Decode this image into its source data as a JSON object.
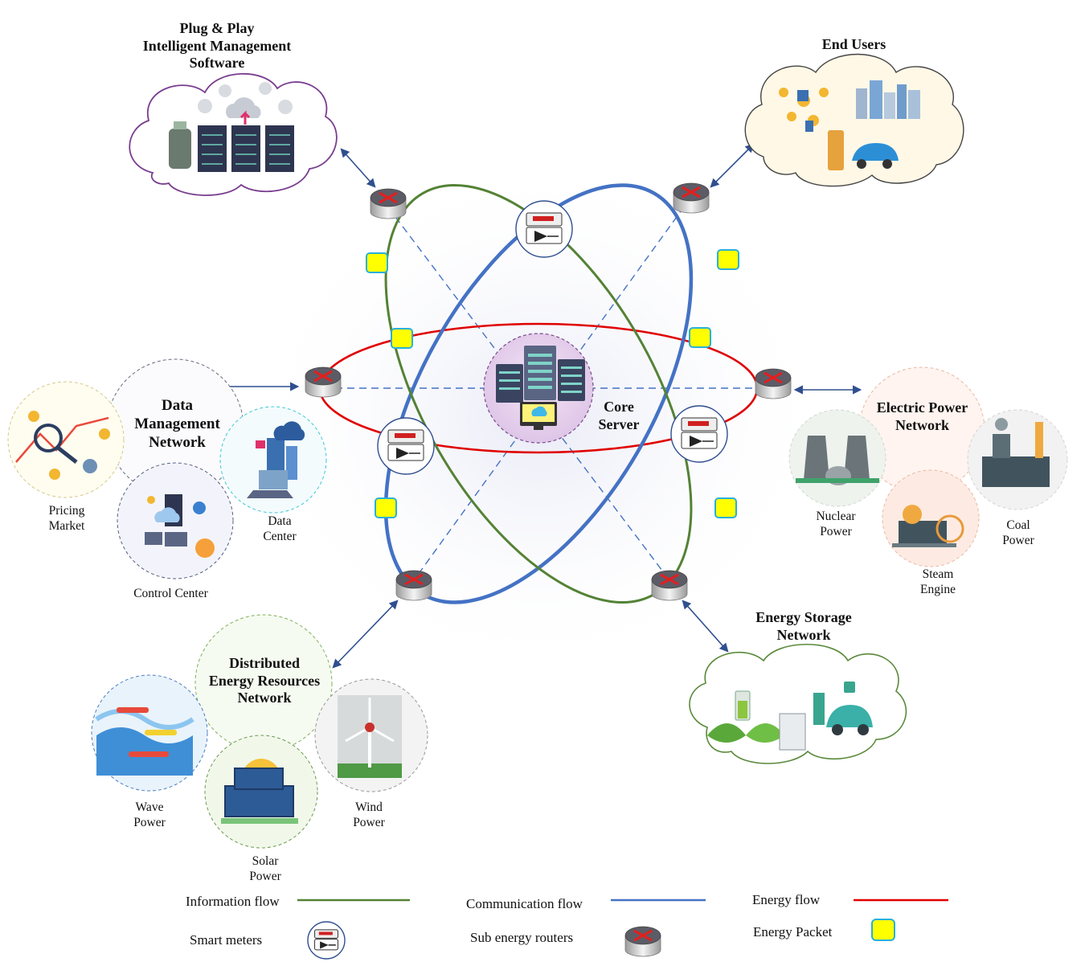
{
  "groups": {
    "plug_play": {
      "line1": "Plug & Play",
      "line2": "Intelligent Management",
      "line3": "Software"
    },
    "end_users": {
      "title": "End Users"
    },
    "data_mgmt": {
      "line1": "Data",
      "line2": "Management",
      "line3": "Network"
    },
    "electric": {
      "line1": "Electric Power",
      "line2": "Network"
    },
    "storage": {
      "line1": "Energy Storage",
      "line2": "Network"
    },
    "der": {
      "line1": "Distributed",
      "line2": "Energy Resources",
      "line3": "Network"
    },
    "core": {
      "line1": "Core",
      "line2": "Server"
    }
  },
  "captions": {
    "pricing": {
      "l1": "Pricing",
      "l2": "Market"
    },
    "control": {
      "l1": "Control Center"
    },
    "datacenter": {
      "l1": "Data",
      "l2": "Center"
    },
    "nuclear": {
      "l1": "Nuclear",
      "l2": "Power"
    },
    "steam": {
      "l1": "Steam",
      "l2": "Engine"
    },
    "coal": {
      "l1": "Coal",
      "l2": "Power"
    },
    "wave": {
      "l1": "Wave",
      "l2": "Power"
    },
    "solar": {
      "l1": "Solar",
      "l2": "Power"
    },
    "wind": {
      "l1": "Wind",
      "l2": "Power"
    }
  },
  "legend": {
    "information": "Information flow",
    "communication": "Communication flow",
    "energy": "Energy flow",
    "smart_meters": "Smart meters",
    "routers": "Sub energy routers",
    "packet": "Energy Packet"
  },
  "colors": {
    "information": "#548235",
    "communication": "#4472c4",
    "energy": "#e00000",
    "packet_fill": "#ffff00",
    "packet_border": "#2ab0d8",
    "arrow": "#2f4f8f"
  }
}
